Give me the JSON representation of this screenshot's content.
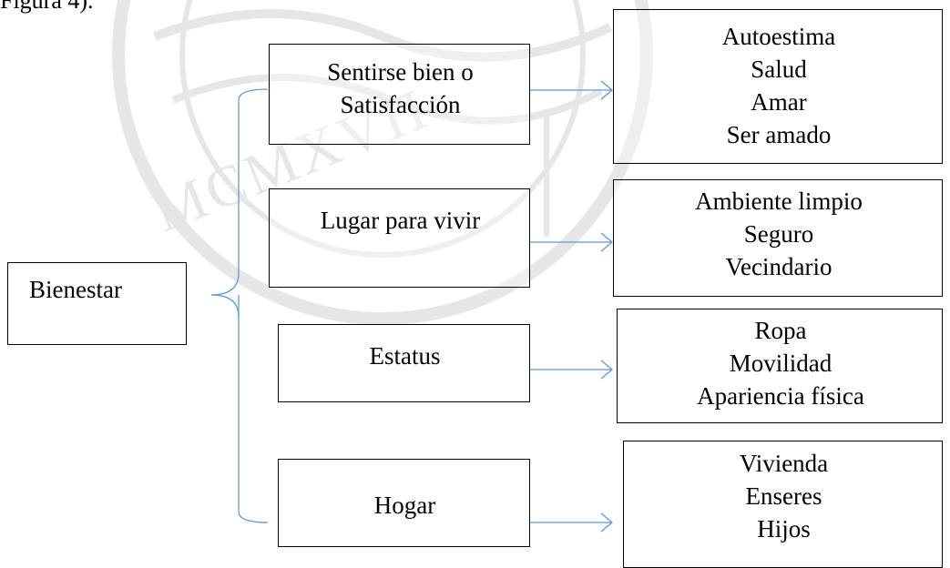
{
  "caption": "Figura 4).",
  "watermark": {
    "text": "MCMXVII",
    "color": "#e6e6e6"
  },
  "connector_color": "#5b9bd5",
  "root": {
    "label": "Bienestar"
  },
  "categories": [
    {
      "label_lines": [
        "Sentirse bien o",
        "Satisfacción"
      ],
      "items": [
        "Autoestima",
        "Salud",
        "Amar",
        "Ser amado"
      ]
    },
    {
      "label_lines": [
        "Lugar para vivir"
      ],
      "items": [
        "Ambiente limpio",
        "Seguro",
        "Vecindario"
      ]
    },
    {
      "label_lines": [
        "Estatus"
      ],
      "items": [
        "Ropa",
        "Movilidad",
        "Apariencia física"
      ]
    },
    {
      "label_lines": [
        "Hogar"
      ],
      "items": [
        "Vivienda",
        "Enseres",
        "Hijos"
      ]
    }
  ]
}
